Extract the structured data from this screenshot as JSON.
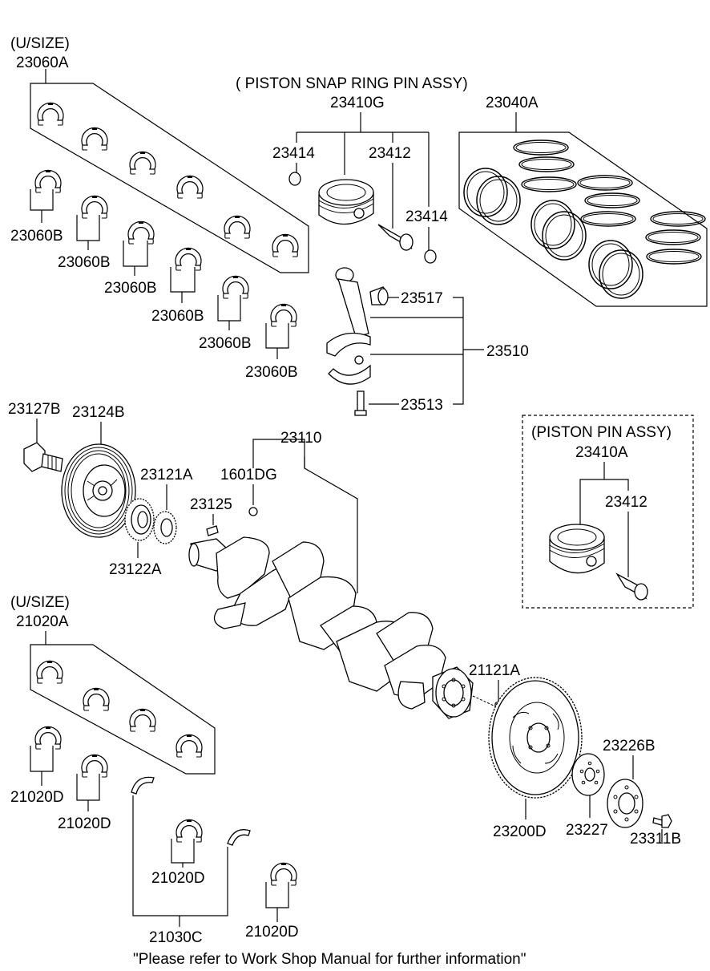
{
  "colors": {
    "line": "#000000",
    "background": "#ffffff"
  },
  "labels": {
    "usize_top": "(U/SIZE)",
    "p23060A": "23060A",
    "p23060B_1": "23060B",
    "p23060B_2": "23060B",
    "p23060B_3": "23060B",
    "p23060B_4": "23060B",
    "p23060B_5": "23060B",
    "p23060B_6": "23060B",
    "snap_title": "( PISTON  SNAP RING  PIN ASSY)",
    "p23410G": "23410G",
    "p23414_a": "23414",
    "p23412_a": "23412",
    "p23414_b": "23414",
    "p23040A": "23040A",
    "p23517": "23517",
    "p23510": "23510",
    "p23513": "23513",
    "p23127B": "23127B",
    "p23124B": "23124B",
    "p23110": "23110",
    "p23121A": "23121A",
    "p1601DG": "1601DG",
    "p23125": "23125",
    "p23122A": "23122A",
    "pin_title": "(PISTON  PIN ASSY)",
    "p23410A": "23410A",
    "p23412_b": "23412",
    "usize_bottom": "(U/SIZE)",
    "p21020A": "21020A",
    "p21121A": "21121A",
    "p23226B": "23226B",
    "p21020D_1": "21020D",
    "p21020D_2": "21020D",
    "p21020D_3": "21020D",
    "p21020D_4": "21020D",
    "p23200D": "23200D",
    "p23227": "23227",
    "p23311B": "23311B",
    "p21030C": "21030C",
    "footer": "\"Please refer to Work Shop Manual for further information\""
  },
  "icons": [
    "bearing-shell-icon",
    "piston-icon",
    "piston-ring-icon",
    "connecting-rod-icon",
    "crankshaft-icon",
    "damper-pulley-icon",
    "sprocket-icon",
    "flywheel-icon",
    "bolt-icon",
    "thrust-washer-icon"
  ]
}
